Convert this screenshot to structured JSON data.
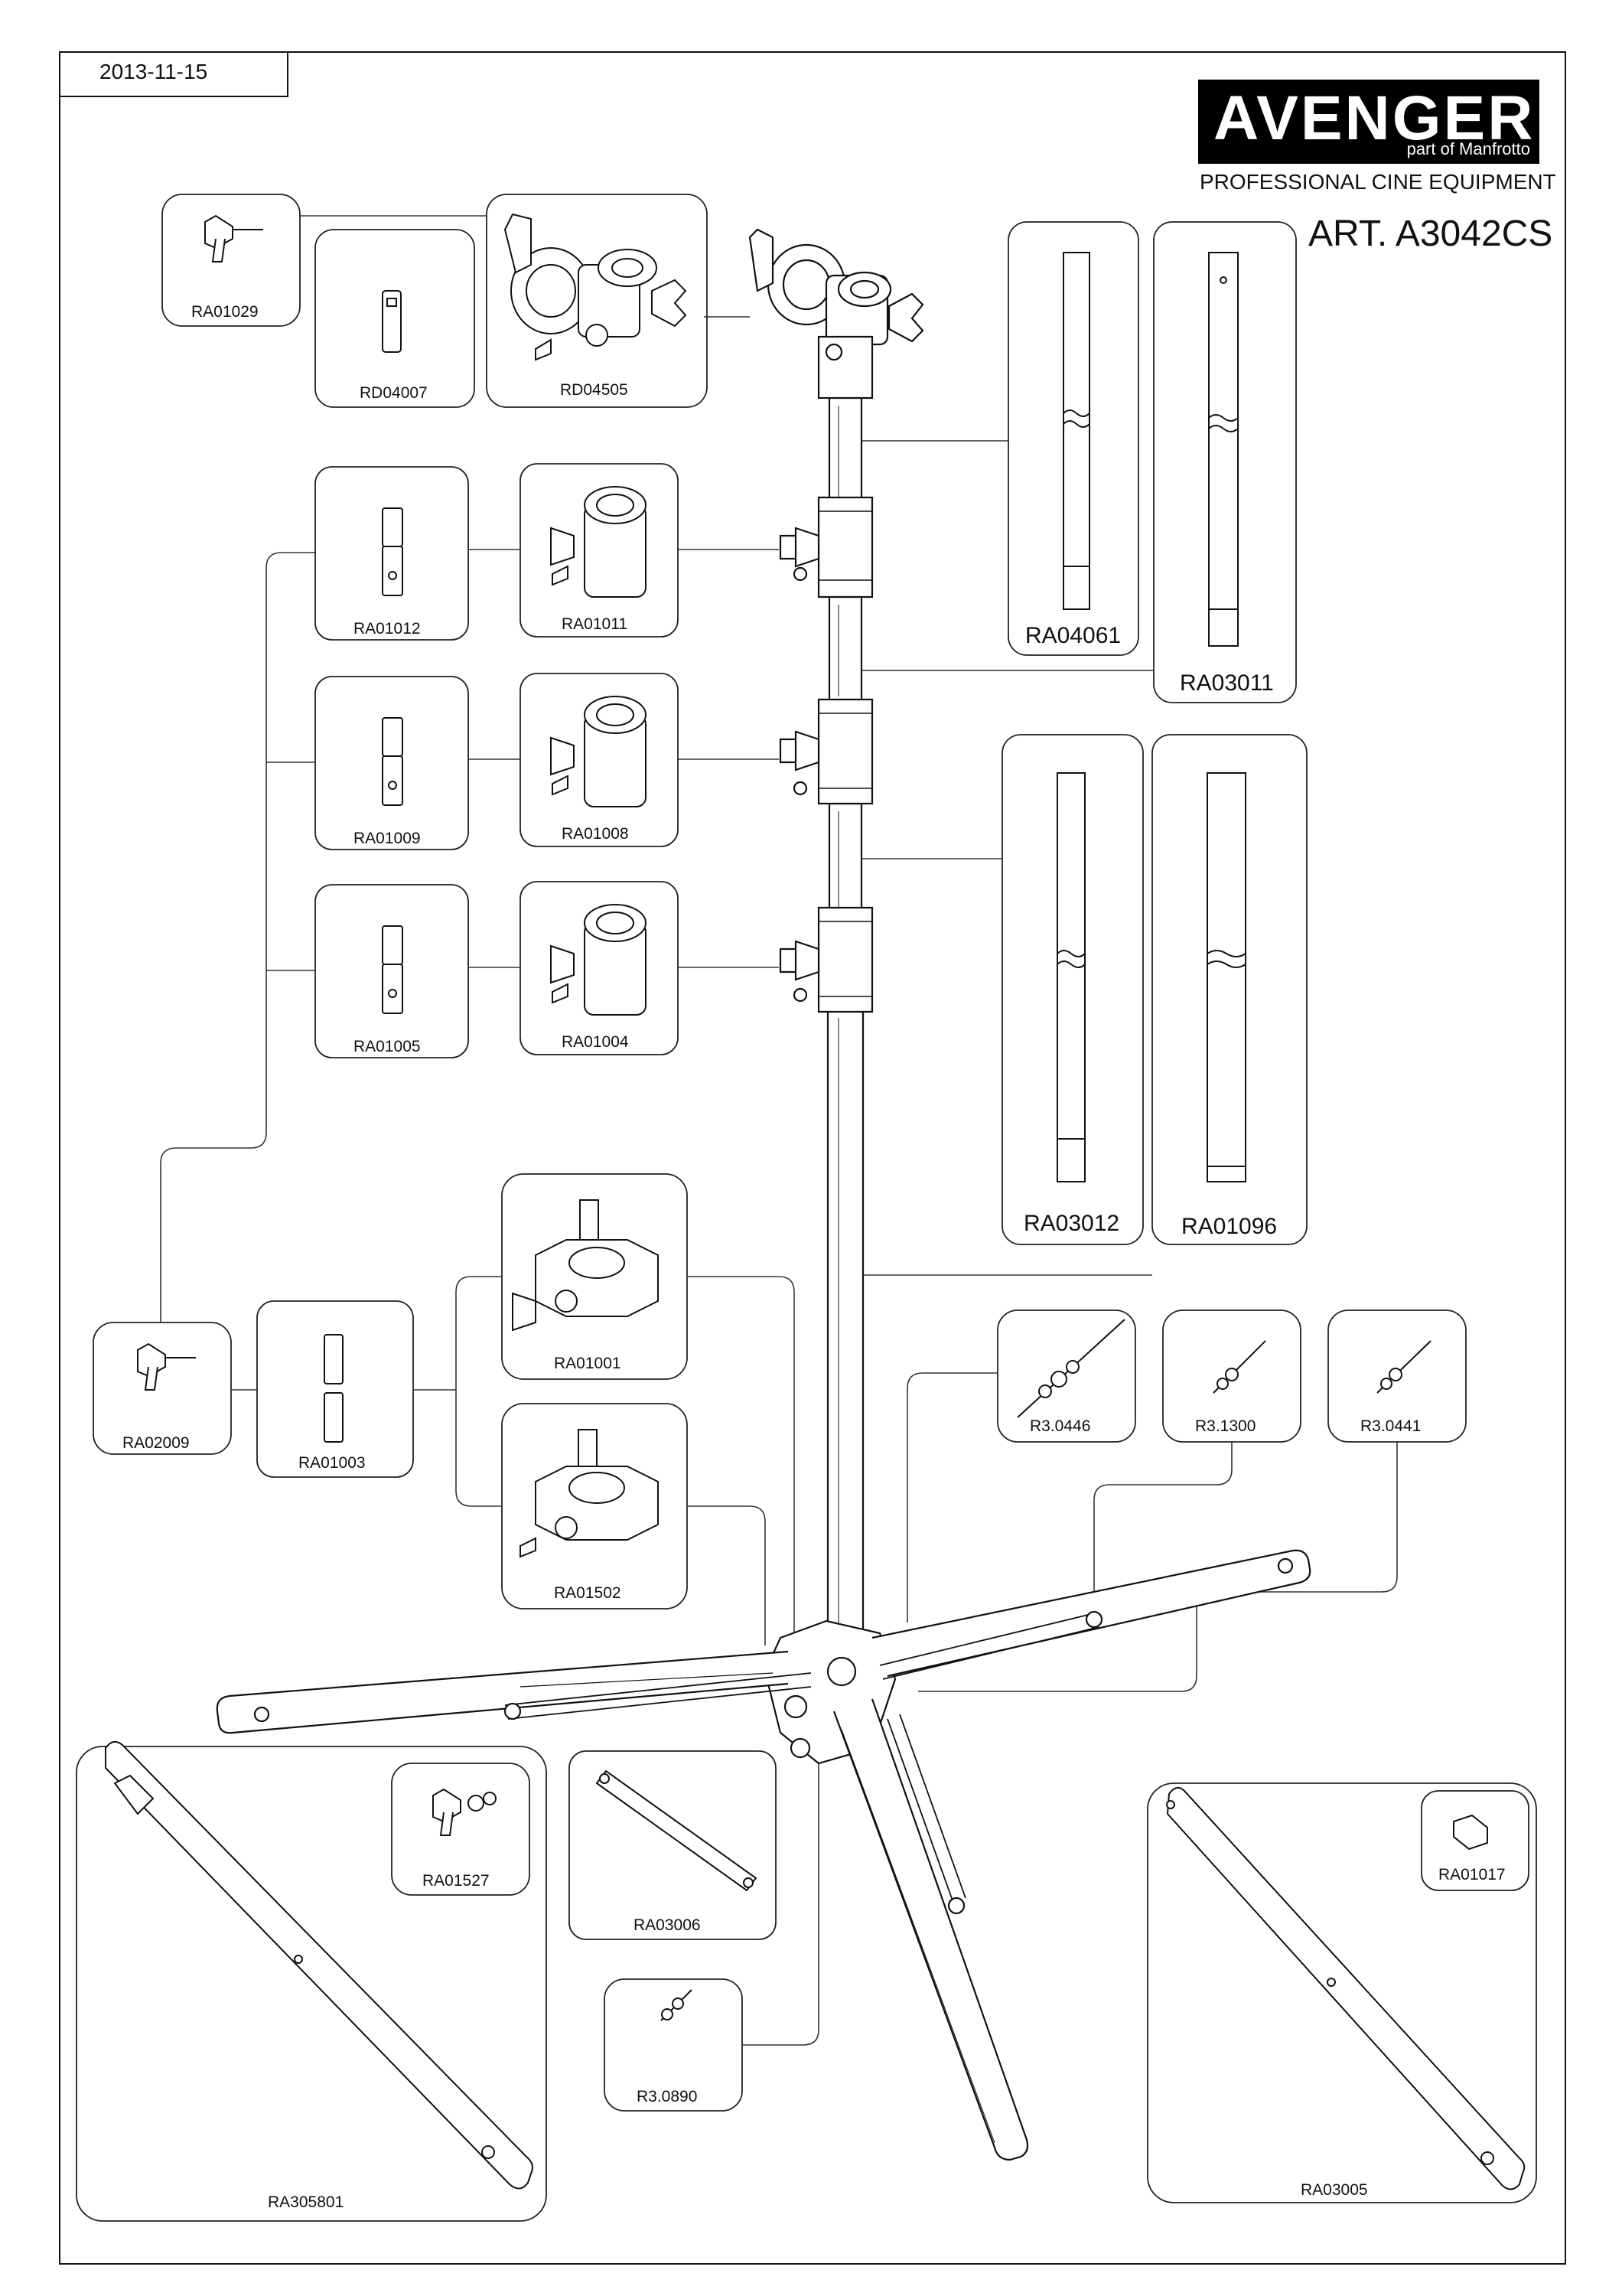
{
  "date": "2013-11-15",
  "brand": {
    "name": "AVENGER",
    "sub": "part of Manfrotto",
    "tagline": "PROFESSIONAL CINE EQUIPMENT"
  },
  "article": "ART. A3042CS",
  "parts": {
    "ra01029": "RA01029",
    "rd04007": "RD04007",
    "rd04505": "RD04505",
    "ra04061": "RA04061",
    "ra03011": "RA03011",
    "ra01012": "RA01012",
    "ra01011": "RA01011",
    "ra01009": "RA01009",
    "ra01008": "RA01008",
    "ra01005": "RA01005",
    "ra01004": "RA01004",
    "ra03012": "RA03012",
    "ra01096": "RA01096",
    "ra01001": "RA01001",
    "ra02009": "RA02009",
    "ra01003": "RA01003",
    "ra01502": "RA01502",
    "r30446": "R3.0446",
    "r31300": "R3.1300",
    "r30441": "R3.0441",
    "ra01527": "RA01527",
    "ra03006": "RA03006",
    "ra01017": "RA01017",
    "r30890": "R3.0890",
    "ra305801": "RA305801",
    "ra03005": "RA03005"
  }
}
